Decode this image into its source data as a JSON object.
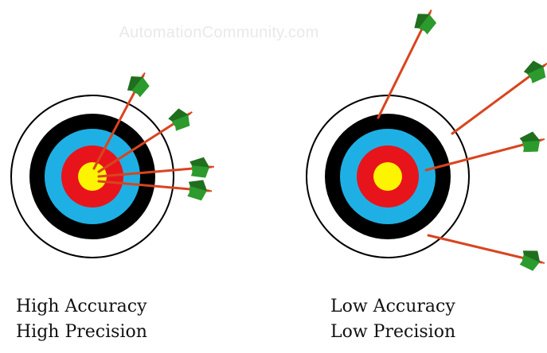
{
  "watermark": "AutomationCommunity.com",
  "colors": {
    "outer_ring": "#ffffff",
    "black_ring": "#000000",
    "blue_ring": "#1eb0e4",
    "red_ring": "#e8141b",
    "bullseye": "#fdf400",
    "arrow_shaft": "#d9441e",
    "fletching": "#2c9a2c",
    "fletching_dark": "#1f6f1f"
  },
  "targets": [
    {
      "caption_line1": "High Accuracy",
      "caption_line2": "High Precision"
    },
    {
      "caption_line1": "Low Accuracy",
      "caption_line2": "Low Precision"
    }
  ]
}
